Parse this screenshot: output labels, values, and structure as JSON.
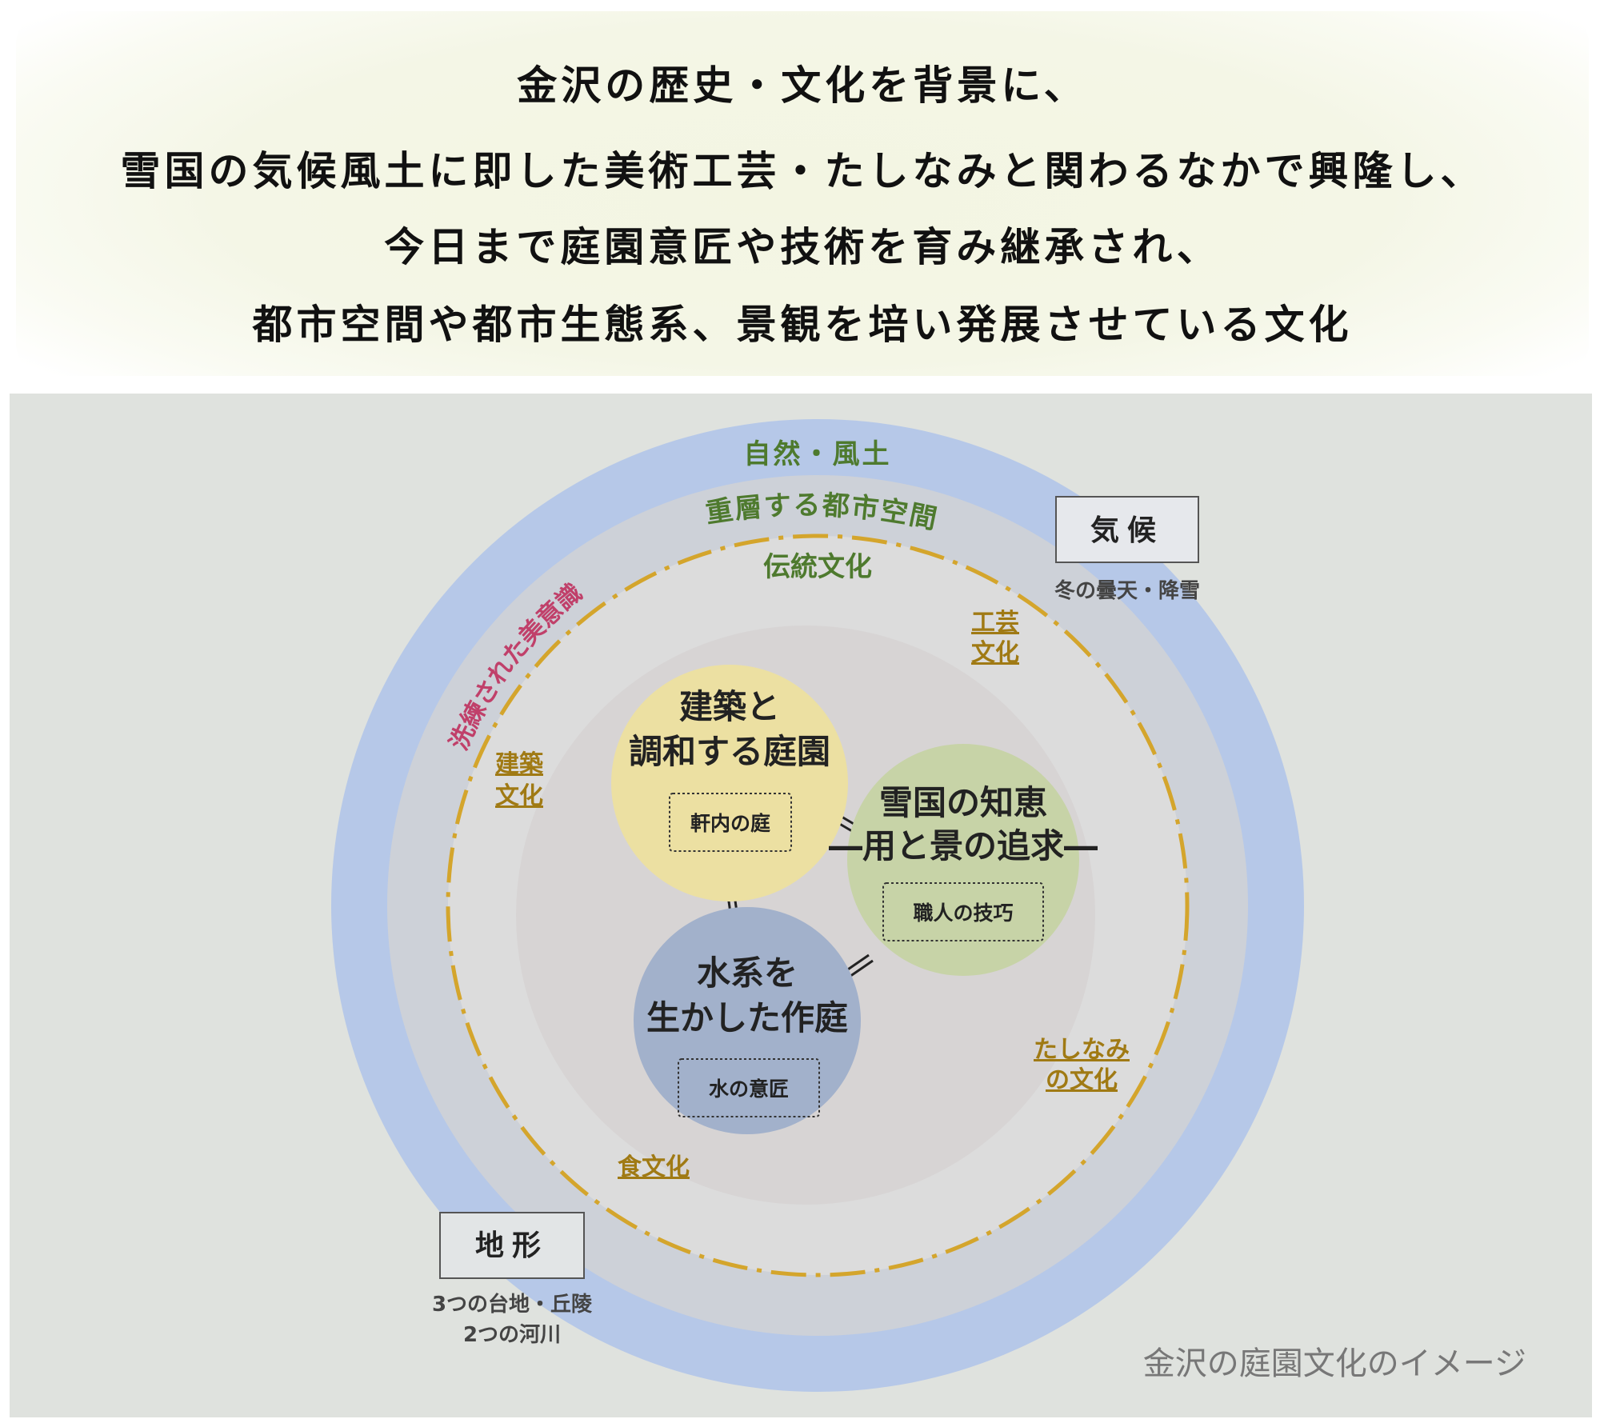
{
  "header": {
    "lines": [
      "金沢の歴史・文化を背景に、",
      "雪国の気候風土に即した美術工芸・たしなみと関わるなかで興隆し、",
      "今日まで庭園意匠や技術を育み継承され、",
      "都市空間や都市生態系、景観を培い発展させている文化"
    ]
  },
  "diagram": {
    "rings": {
      "outer_label": "自然・風土",
      "middle_label": "重層する都市空間",
      "inner_label": "伝統文化",
      "arc_label": "洗練された美意識"
    },
    "culture_labels": {
      "craft": [
        "工芸",
        "文化"
      ],
      "architecture": [
        "建築",
        "文化"
      ],
      "tashinami": [
        "たしなみ",
        "の文化"
      ],
      "food": "食文化"
    },
    "boxes": {
      "climate": {
        "title": "気候",
        "note": "冬の曇天・降雪"
      },
      "terrain": {
        "title": "地形",
        "note": [
          "3つの台地・丘陵",
          "2つの河川"
        ]
      }
    },
    "circles": {
      "architecture": {
        "title": [
          "建築と",
          "調和する庭園"
        ],
        "tag": "軒内の庭",
        "color": "#ece0a2"
      },
      "snow": {
        "title": [
          "雪国の知恵",
          "―用と景の追求―"
        ],
        "tag": "職人の技巧",
        "color": "#c7d3a7"
      },
      "water": {
        "title": [
          "水系を",
          "生かした作庭"
        ],
        "tag": "水の意匠",
        "color": "#a2b1cb"
      }
    },
    "caption": "金沢の庭園文化のイメージ",
    "colors": {
      "outer_ring": "#b6c8e8",
      "middle_ring": "#cdd1d8",
      "inner_ring": "#dcdcdc",
      "core": "#d7d4d4",
      "green_text": "#4e7a2e",
      "gold_text": "#a07a14",
      "magenta_text": "#c0406a",
      "dashed_line": "#d4a52c"
    }
  }
}
